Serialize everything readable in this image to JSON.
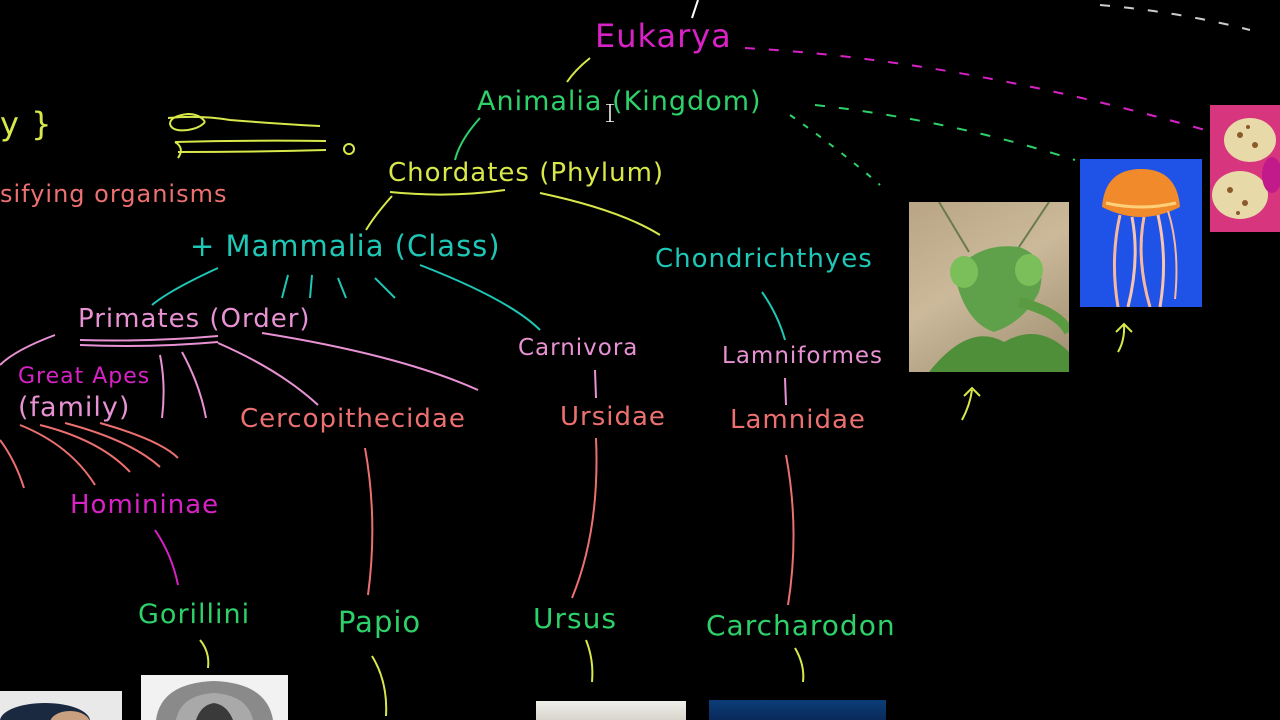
{
  "colors": {
    "background": "#000000",
    "magenta": "#d822c6",
    "green": "#2ed06a",
    "yellow": "#d8e84a",
    "teal": "#1ec7b6",
    "pink": "#e892d4",
    "salmon": "#ec7070",
    "orange": "#f0743a"
  },
  "diagram": {
    "labels": {
      "domain": "Eukarya",
      "kingdom": "Animalia (Kingdom)",
      "phylum": "Chordates (Phylum)",
      "class": "+ Mammalia (Class)",
      "class2": "Chondrichthyes",
      "order": "Primates (Order)",
      "order2": "Carnivora",
      "order3": "Lamniformes",
      "great_apes": "Great Apes",
      "family_tag": "(family)",
      "family1": "Cercopithecidae",
      "family2": "Ursidae",
      "family3": "Lamnidae",
      "subfamily": "Homininae",
      "tribe": "Gorillini",
      "genus1": "Papio",
      "genus2": "Ursus",
      "genus3": "Carcharodon",
      "classifying": "sifying organisms",
      "bracket_fragment": "y }"
    }
  },
  "photos": {
    "mantis": "praying-mantis-photo",
    "jellyfish": "jellyfish-photo",
    "orchid": "orchid-photo",
    "person": "person-photo",
    "gorilla": "gorilla-photo",
    "bear": "bear-photo",
    "shark": "shark-photo"
  }
}
